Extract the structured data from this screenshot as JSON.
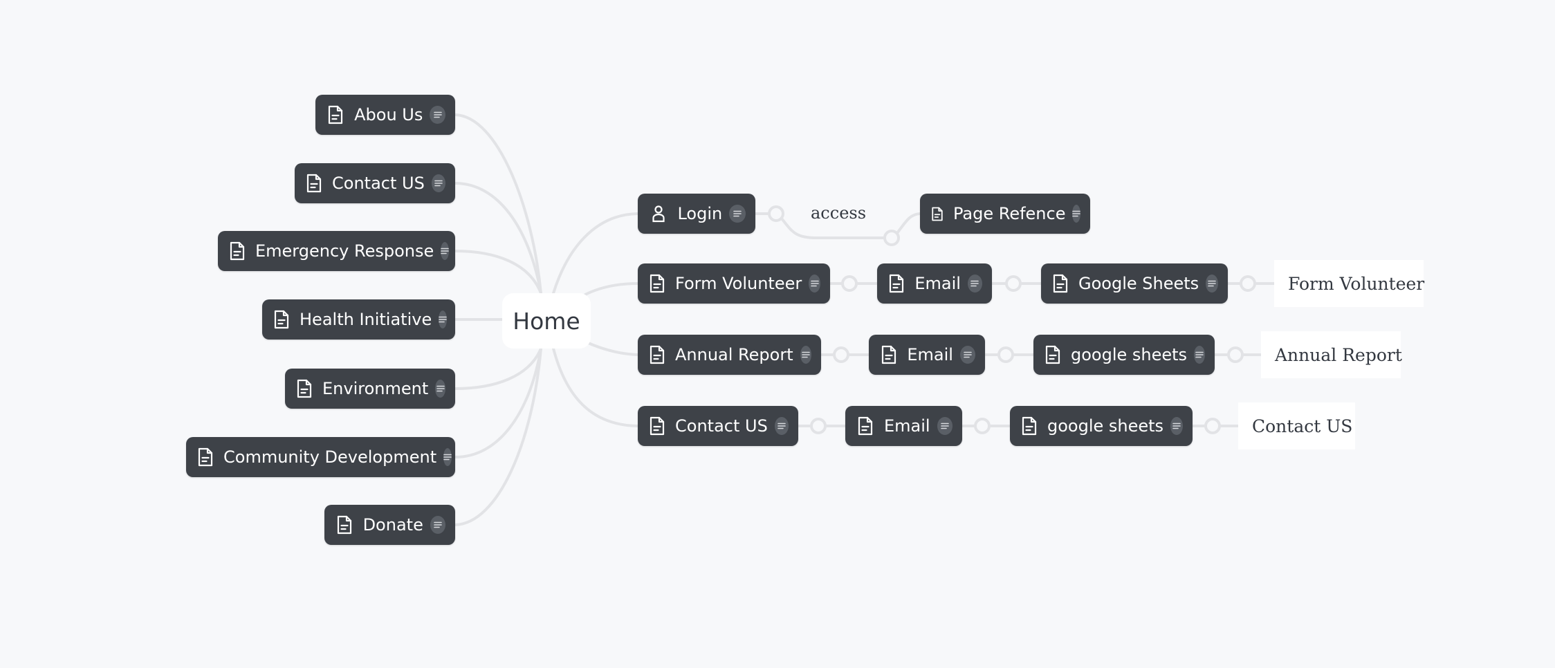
{
  "root": {
    "label": "Home"
  },
  "left_nodes": [
    {
      "label": "Abou Us",
      "icon": "document-icon"
    },
    {
      "label": "Contact US",
      "icon": "document-icon"
    },
    {
      "label": "Emergency Response",
      "icon": "document-icon"
    },
    {
      "label": "Health Initiative",
      "icon": "document-icon"
    },
    {
      "label": "Environment",
      "icon": "document-icon"
    },
    {
      "label": "Community Development",
      "icon": "document-icon"
    },
    {
      "label": "Donate",
      "icon": "document-icon"
    }
  ],
  "right_rows": [
    {
      "first": "Login",
      "first_icon": "person-icon",
      "edge_label": "access",
      "target": "Page Refence",
      "target_icon": "small-document-icon"
    },
    {
      "first": "Form Volunteer",
      "second": "Email",
      "third": "Google Sheets",
      "result": "Form Volunteer"
    },
    {
      "first": "Annual Report",
      "second": "Email",
      "third": "google sheets",
      "result": "Annual Report"
    },
    {
      "first": "Contact US",
      "second": "Email",
      "third": "google sheets",
      "result": "Contact US"
    }
  ],
  "colors": {
    "background": "#f7f8fa",
    "node": "#3e4248",
    "connector": "#e2e3e6",
    "text_dark": "#333840"
  }
}
